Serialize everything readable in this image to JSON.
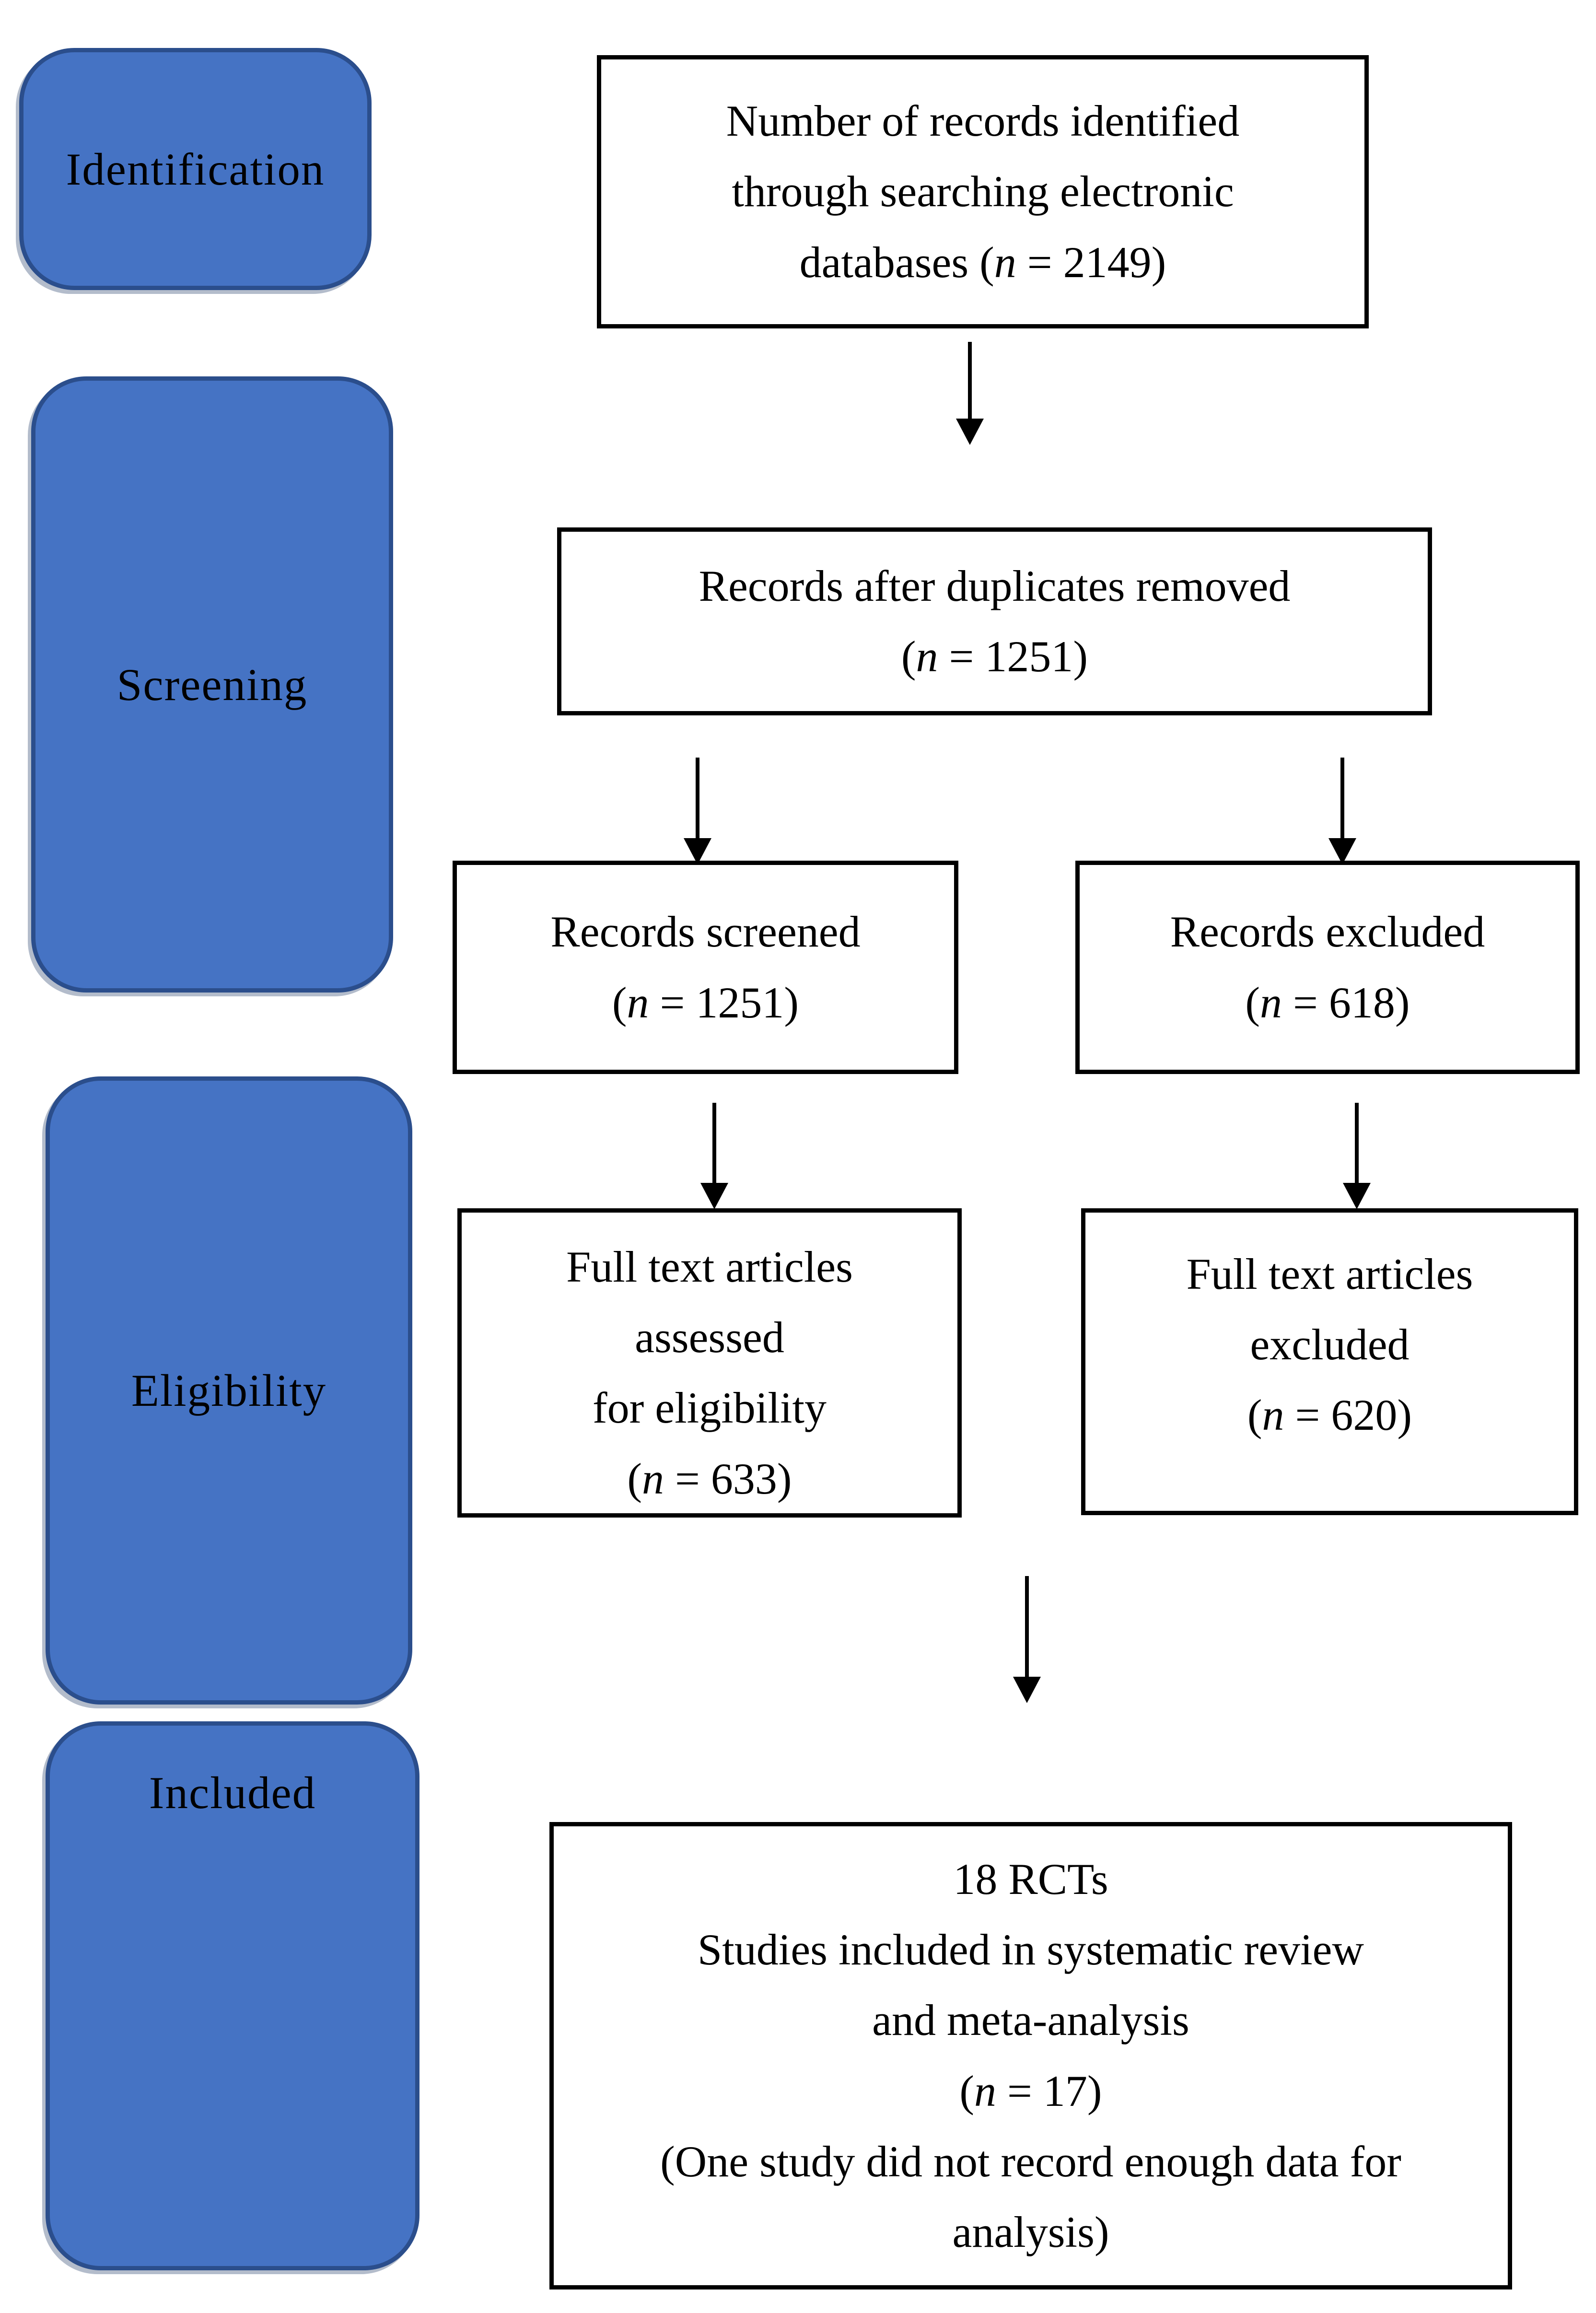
{
  "colors": {
    "stage_fill": "#4573C4",
    "stage_border": "#2B4E8C",
    "box_background": "#FFFFFF",
    "box_border": "#000000",
    "arrow": "#000000",
    "text": "#000000"
  },
  "stages": [
    {
      "label": "Identification"
    },
    {
      "label": "Screening"
    },
    {
      "label": "Eligibility"
    },
    {
      "label": "Included"
    }
  ],
  "boxes": {
    "identified": {
      "lines": [
        [
          {
            "t": "Number of records identified"
          }
        ],
        [
          {
            "t": "through searching electronic"
          }
        ],
        [
          {
            "t": "databases ("
          },
          {
            "t": "n",
            "i": true
          },
          {
            "t": " = 2149)"
          }
        ]
      ]
    },
    "duplicates_removed": {
      "lines": [
        [
          {
            "t": "Records after duplicates removed"
          }
        ],
        [
          {
            "t": "("
          },
          {
            "t": "n",
            "i": true
          },
          {
            "t": " = 1251)"
          }
        ]
      ]
    },
    "screened": {
      "lines": [
        [
          {
            "t": "Records screened"
          }
        ],
        [
          {
            "t": "("
          },
          {
            "t": "n",
            "i": true
          },
          {
            "t": " = 1251)"
          }
        ]
      ]
    },
    "excluded": {
      "lines": [
        [
          {
            "t": "Records excluded"
          }
        ],
        [
          {
            "t": "("
          },
          {
            "t": "n",
            "i": true
          },
          {
            "t": " = 618)"
          }
        ]
      ]
    },
    "fulltext_assessed": {
      "lines": [
        [
          {
            "t": "Full text articles"
          }
        ],
        [
          {
            "t": "assessed"
          }
        ],
        [
          {
            "t": "for eligibility"
          }
        ],
        [
          {
            "t": "("
          },
          {
            "t": "n",
            "i": true
          },
          {
            "t": " = 633)"
          }
        ]
      ]
    },
    "fulltext_excluded": {
      "lines": [
        [
          {
            "t": "Full text articles"
          }
        ],
        [
          {
            "t": "excluded"
          }
        ],
        [
          {
            "t": "("
          },
          {
            "t": "n",
            "i": true
          },
          {
            "t": " = 620)"
          }
        ]
      ]
    },
    "included_studies": {
      "lines": [
        [
          {
            "t": "18 RCTs"
          }
        ],
        [
          {
            "t": "Studies included in systematic review"
          }
        ],
        [
          {
            "t": "and meta-analysis"
          }
        ],
        [
          {
            "t": "("
          },
          {
            "t": "n",
            "i": true
          },
          {
            "t": " = 17)"
          }
        ],
        [
          {
            "t": "(One study did not record enough data for"
          }
        ],
        [
          {
            "t": "analysis)"
          }
        ]
      ]
    }
  },
  "counts": {
    "records_identified": 2149,
    "after_duplicates_removed": 1251,
    "records_screened": 1251,
    "records_excluded": 618,
    "fulltext_assessed": 633,
    "fulltext_excluded": 620,
    "rcts": 18,
    "included_in_analysis": 17
  }
}
